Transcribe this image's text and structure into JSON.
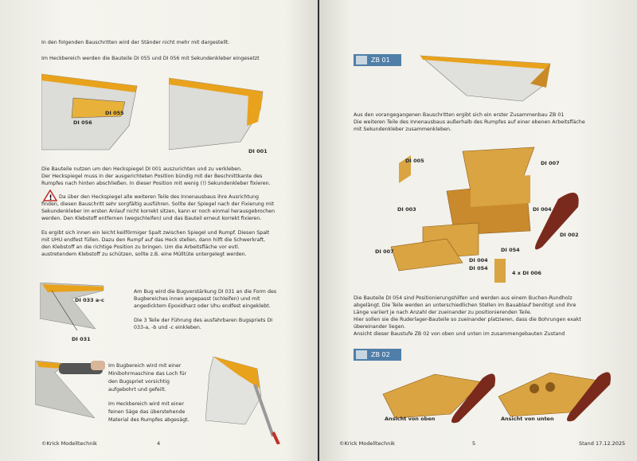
{
  "left_page": {
    "intro": [
      "In den folgenden Bauschritten wird der Ständer nicht mehr mit dargestellt.",
      "Im Heckbereich werden die Bauteile DI 055 und DI 056 mit Sekundenkleber eingesetzt"
    ],
    "fig_labels": {
      "di056": "DI 056",
      "di055": "DI 055",
      "di001": "DI 001",
      "di033": "DI 033 a-c",
      "di031": "DI 031"
    },
    "para1": [
      "Die Bauteile nutzen um den Heckspiegel DI 001 auszurichten und zu verkleben.",
      "Der Heckspiegel muss in der ausgerichteten Position bündig mit der Beschnittkante des",
      "Rumpfes nach hinten abschließen. In dieser Position mit wenig (!) Sekundenkleber fixieren."
    ],
    "warning": [
      "Da über den Heckspiegel alle weiteren Teile des Innenausbaus ihre Ausrichtung",
      "finden, diesen Bauschritt sehr sorgfältig ausführen. Sollte der Spiegel nach der Fixierung mit",
      "Sekundenkleber im ersten Anlauf nicht korrekt sitzen, kann er noch einmal herausgebrochen",
      "werden. Den Klebstoff entfernen (wegschleifen) und das Bauteil erneut korrekt fixieren."
    ],
    "para2": [
      "Es ergibt sich innen ein leicht keilförmiger Spalt zwischen Spiegel und Rumpf. Diesen Spalt",
      "mit UHU endfest füllen. Dazu den Rumpf auf das Heck stellen, dann hilft die Schwerkraft,",
      "den Klebstoff an die richtige Position zu bringen. Um die Arbeitsfläche vor evtl.",
      "austretendem Klebstoff zu schützen, sollte z.B. eine Mülltüte untergelegt werden."
    ],
    "para3": [
      "Am Bug wird die Bugverstärkung DI 031 an die Form des",
      "Bugbereiches innen angepasst (schleifen) und mit",
      "angedicktem Epoxidharz oder Uhu endfest eingeklebt."
    ],
    "para4": [
      "Die 3 Teile der Führung des ausfahrbaren Bugspriets DI",
      "033-a, -b und -c einkleben."
    ],
    "para5": [
      "Im Bugbereich wird mit einer",
      "Minibohrmaschine das Loch für",
      "den Bugspriet vorsichtig",
      "aufgebohrt und gefeilt."
    ],
    "para6": [
      "Im Heckbereich wird mit einer",
      "feinen Säge das überstehende",
      "Material des Rumpfes abgesägt."
    ],
    "footer": "©Krick Modelltechnik",
    "page_number": "4"
  },
  "right_page": {
    "zb01": "ZB 01",
    "zb02": "ZB 02",
    "para1": [
      "Aus den vorangegangenen Bauschritten ergibt sich ein erster Zusammenbau ZB 01",
      "Die weiteren Teile des Innenausbaus außerhalb des Rumpfes auf einer ebenen Arbeitsfläche",
      "mit Sekundenkleber zusammenkleben."
    ],
    "labels": [
      "DI 005",
      "DI 007",
      "DI 003",
      "DI 004",
      "DI 002",
      "DI 007",
      "DI 004",
      "DI 054",
      "DI 054",
      "4 x DI 006"
    ],
    "para2": [
      "Die Bauteile DI 054 sind Positionierungshilfen und werden aus einem Buchen-Rundholz",
      "abgelängt. Die Teile werden an unterschiedlichen Stellen im Bauablauf benötigt und ihre",
      "Länge variiert je nach Anzahl der zueinander zu positionierenden Teile.",
      "Hier sollen sie die Ruderlager-Bauteile so zueinander platzieren, dass die Bohrungen exakt",
      "übereinander liegen.",
      "Ansicht dieser Baustufe ZB 02 von oben und unten im zusammengebauten Zustand"
    ],
    "view_top": "Ansicht von oben",
    "view_bottom": "Ansicht von unten",
    "footer": "©Krick Modelltechnik",
    "page_number": "5",
    "date": "Stand 17.12.2025"
  },
  "colors": {
    "wood": "#d9a441",
    "hull": "#dcdcd8",
    "orange": "#e8a21c",
    "zb": "#4f7fa8",
    "mahogany": "#7a2a1c"
  }
}
